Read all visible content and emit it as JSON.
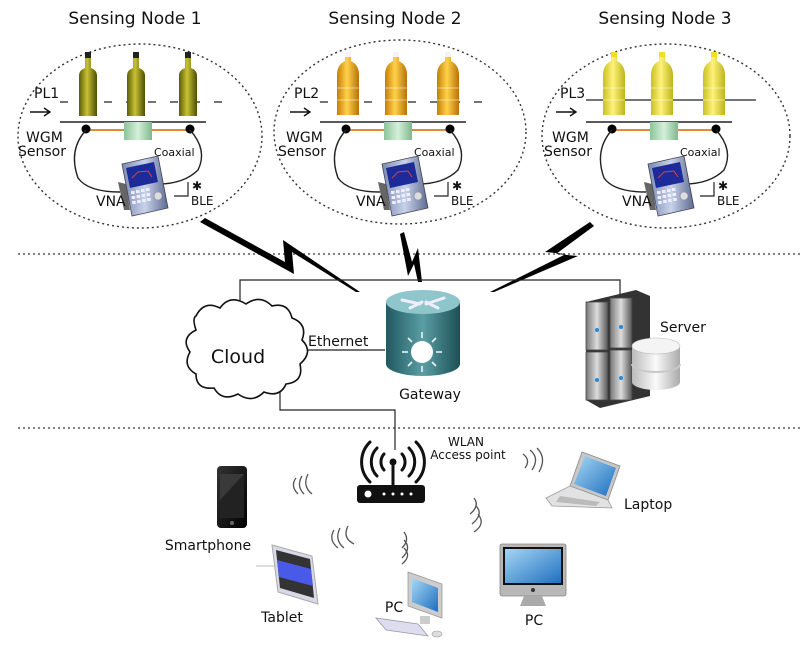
{
  "nodes": [
    {
      "title": "Sensing Node 1",
      "line_label": "PL1",
      "sensor_label_1": "WGM",
      "sensor_label_2": "Sensor",
      "coax_label": "Coaxial",
      "vna_label": "VNA",
      "ble_label": "BLE",
      "bottle_type": "glass-olive-oil",
      "liquid_color": "#8a8a10"
    },
    {
      "title": "Sensing Node 2",
      "line_label": "PL2",
      "sensor_label_1": "WGM",
      "sensor_label_2": "Sensor",
      "coax_label": "Coaxial",
      "vna_label": "VNA",
      "ble_label": "BLE",
      "bottle_type": "plastic-oil",
      "liquid_color": "#e8a80c"
    },
    {
      "title": "Sensing Node 3",
      "line_label": "PL3",
      "sensor_label_1": "WGM",
      "sensor_label_2": "Sensor",
      "coax_label": "Coaxial",
      "vna_label": "VNA",
      "ble_label": "BLE",
      "bottle_type": "plastic-oil",
      "liquid_color": "#e6e040"
    }
  ],
  "network": {
    "cloud_label": "Cloud",
    "ethernet_label": "Ethernet",
    "gateway_label": "Gateway",
    "server_label": "Server",
    "wlan_label_1": "WLAN",
    "wlan_label_2": "Access point"
  },
  "clients": [
    {
      "label": "Smartphone"
    },
    {
      "label": "Tablet"
    },
    {
      "label": "PC"
    },
    {
      "label": "PC"
    },
    {
      "label": "Laptop"
    }
  ],
  "colors": {
    "gateway": "#2e6e74",
    "sensor_bar": "#e08a3c",
    "sensor_ring": "#a8d4b0",
    "screen_blue": "#3a6fd8"
  }
}
